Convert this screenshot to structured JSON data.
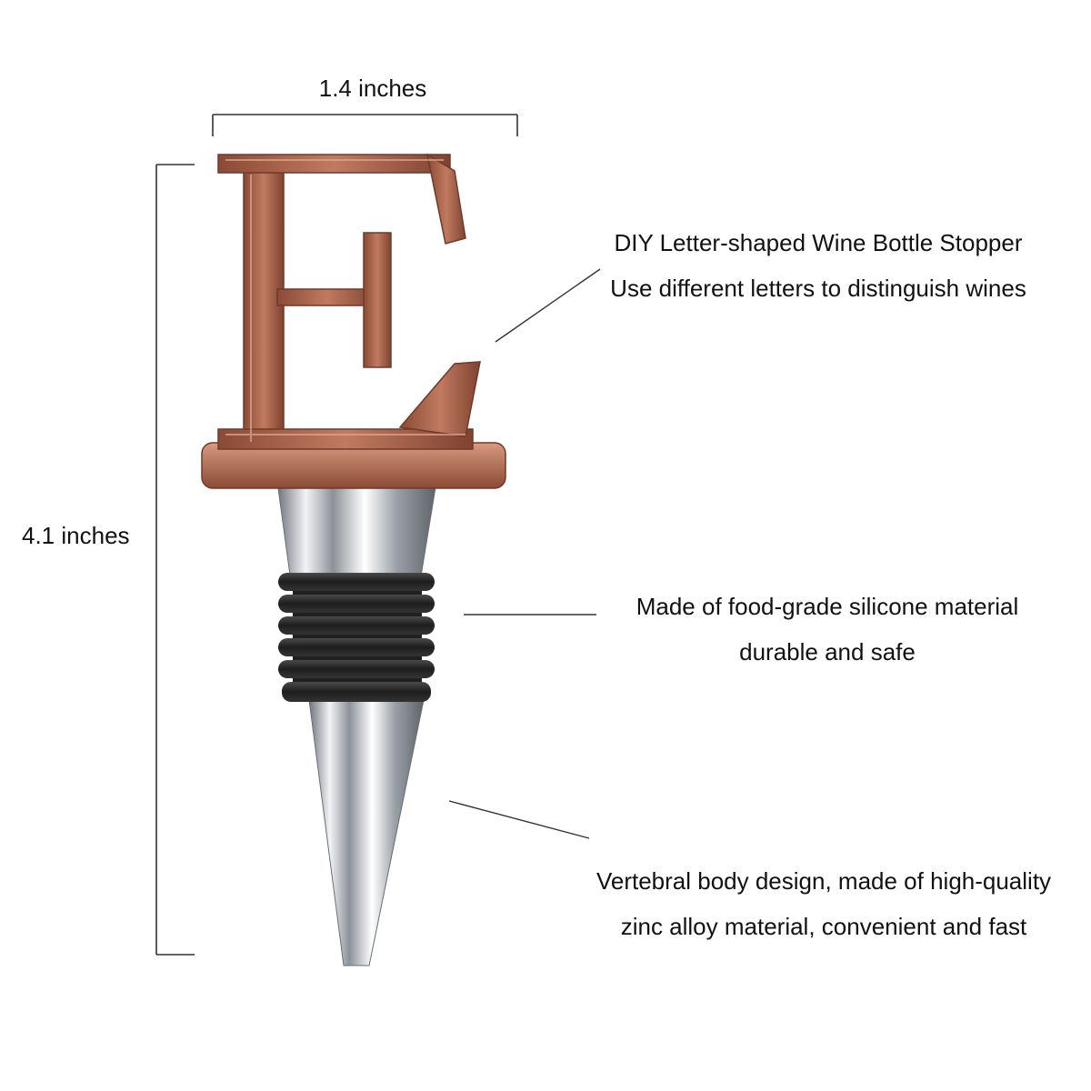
{
  "dimensions": {
    "width_label": "1.4 inches",
    "height_label": "4.1 inches"
  },
  "callouts": [
    {
      "line1": "DIY Letter-shaped Wine Bottle Stopper",
      "line2": "Use different letters to distinguish wines"
    },
    {
      "line1": "Made of food-grade silicone material",
      "line2": "durable and safe"
    },
    {
      "line1": "Vertebral body design, made of high-quality",
      "line2": "zinc alloy material, convenient and fast"
    }
  ],
  "product": {
    "letter": "E"
  },
  "colors": {
    "copper": "#b06a52",
    "copper_dark": "#7a3f2d",
    "copper_light": "#d99a80",
    "steel": "#c8ccd2",
    "silicone": "#2a2a2a"
  }
}
